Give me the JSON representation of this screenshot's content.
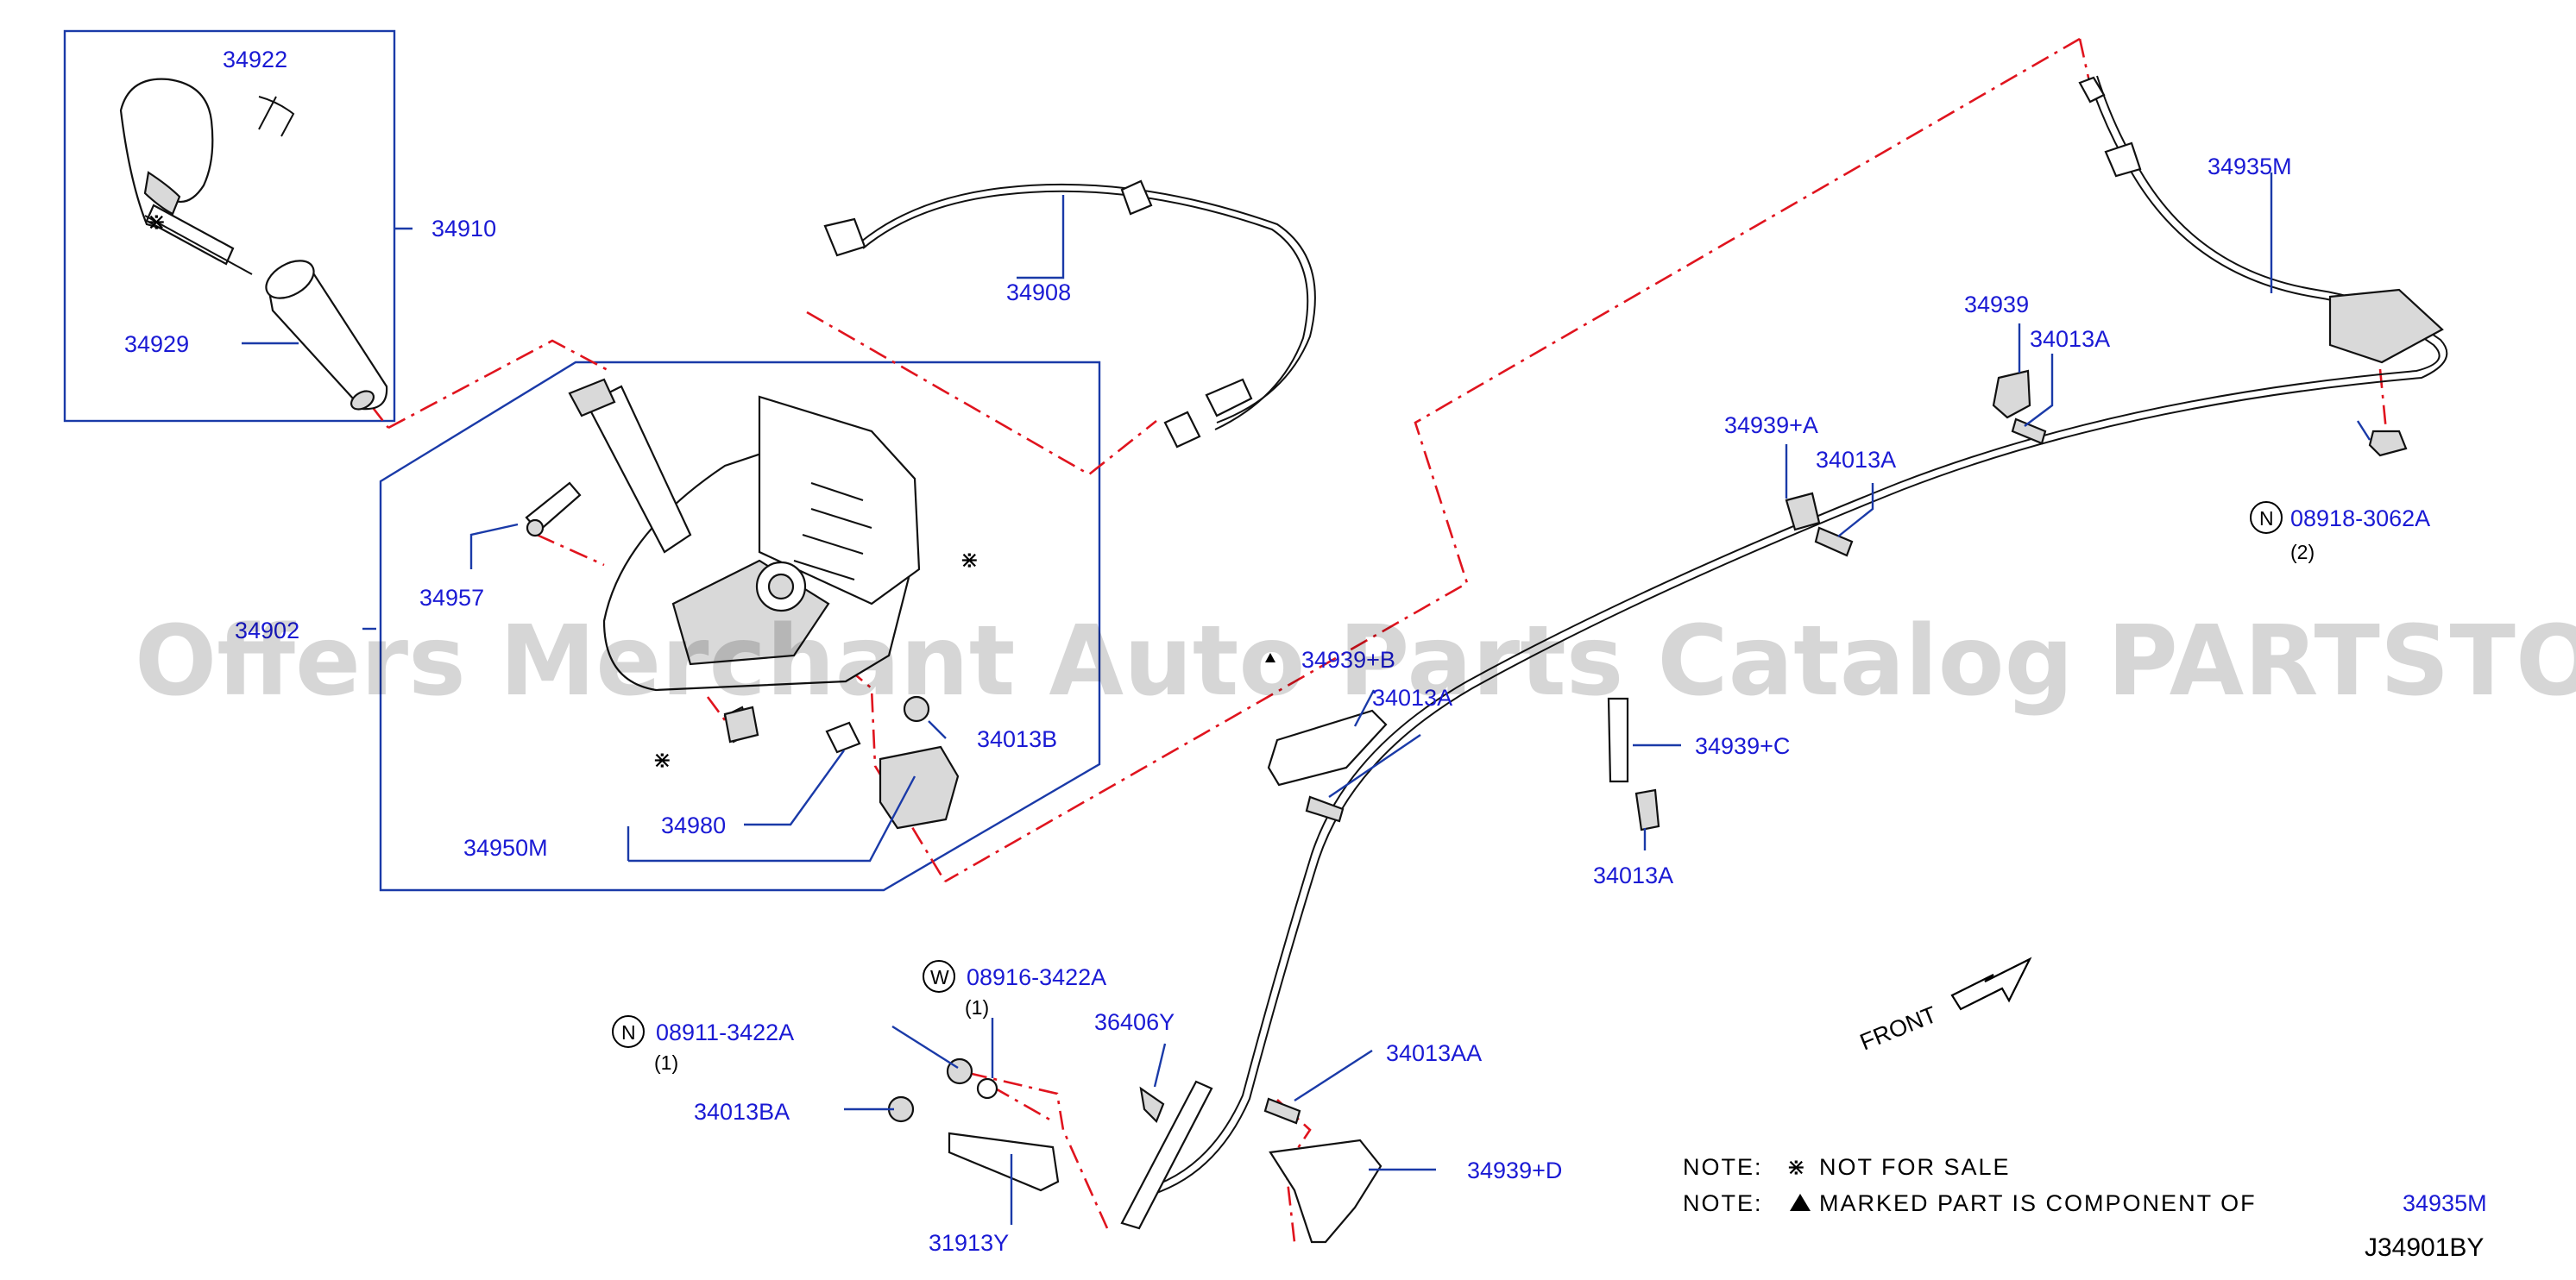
{
  "labels": {
    "l34922": "34922",
    "l34910": "34910",
    "l34929": "34929",
    "l34908": "34908",
    "l34957": "34957",
    "l34902": "34902",
    "l34013B": "34013B",
    "l34980": "34980",
    "l34950M": "34950M",
    "l34935M": "34935M",
    "l34939": "34939",
    "l34013A_1": "34013A",
    "l34939A": "34939+A",
    "l34013A_2": "34013A",
    "l08918": "08918-3062A",
    "l08918_qty": "(2)",
    "l34939B": "34939+B",
    "l34013A_3": "34013A",
    "l34939C": "34939+C",
    "l34013A_4": "34013A",
    "l08916": "08916-3422A",
    "l08916_qty": "(1)",
    "l08911": "08911-3422A",
    "l08911_qty": "(1)",
    "l36406Y": "36406Y",
    "l34013AA": "34013AA",
    "l34013BA": "34013BA",
    "l34939D": "34939+D",
    "l31913Y": "31913Y"
  },
  "markers": {
    "n": "N",
    "w": "W",
    "asterisk": "⋇"
  },
  "front_label": "FRONT",
  "notes": {
    "note1_prefix": "NOTE:",
    "note1_text": "NOT  FOR  SALE",
    "note2_prefix": "NOTE:",
    "note2_text": "MARKED  PART  IS  COMPONENT  OF",
    "note2_part": "34935M"
  },
  "diagram_code": "J34901BY",
  "watermark": "Offers Merchant Auto Parts Catalog PARTSTORE.SA",
  "colors": {
    "label_blue": "#1a1ad4",
    "leader_blue": "#1a3aa8",
    "dash_red": "#e0141e"
  }
}
